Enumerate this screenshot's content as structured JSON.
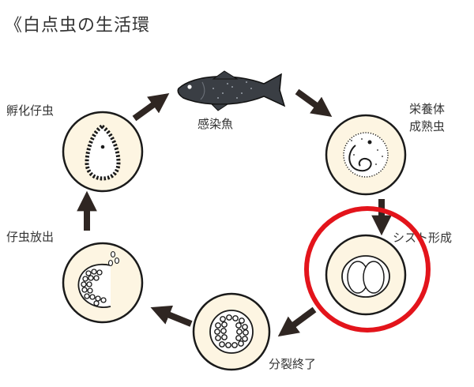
{
  "title": "《白点虫の生活環",
  "stages": {
    "fish": {
      "label": "感染魚",
      "icon": "fish-icon"
    },
    "trophont": {
      "label_line1": "栄養体",
      "label_line2": "成熟虫",
      "icon": "trophont-cell-icon"
    },
    "cyst": {
      "label": "シスト形成",
      "icon": "cyst-icon",
      "highlighted": true
    },
    "division": {
      "label": "分裂終了",
      "icon": "dividing-cyst-icon"
    },
    "release": {
      "label": "仔虫放出",
      "icon": "releasing-cyst-icon"
    },
    "hatch": {
      "label": "孵化仔虫",
      "icon": "theront-icon"
    }
  },
  "colors": {
    "circle_fill": "#fdf5e2",
    "outline": "#1a1a1a",
    "arrow": "#2f2622",
    "fish": "#3a3e44",
    "highlight": "#e3141b"
  }
}
